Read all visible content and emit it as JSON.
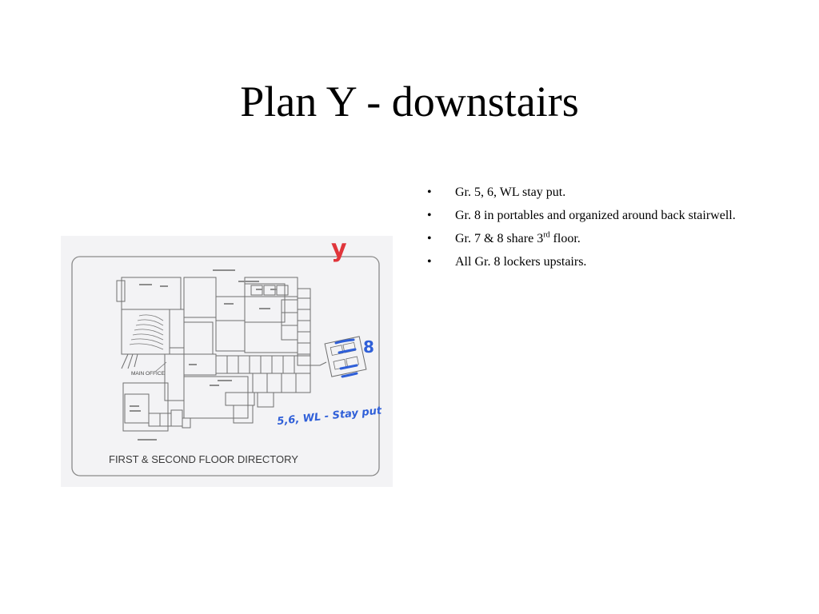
{
  "slide": {
    "title": "Plan Y - downstairs",
    "bullets": [
      {
        "text": "Gr. 5, 6, WL stay put.",
        "sup": "",
        "after": ""
      },
      {
        "text": "Gr. 8 in portables and organized around back stairwell.",
        "sup": "",
        "after": ""
      },
      {
        "text": "Gr. 7 & 8 share 3",
        "sup": "rd",
        "after": " floor."
      },
      {
        "text": "All Gr. 8 lockers upstairs.",
        "sup": "",
        "after": ""
      }
    ],
    "bullet_marker": "•"
  },
  "floorplan": {
    "directory_label": "FIRST & SECOND FLOOR DIRECTORY",
    "main_office_label": "MAIN OFFICE",
    "handwritten_y": "y",
    "handwritten_8": "8",
    "handwritten_note": "5,6, WL - Stay put",
    "ink_colors": {
      "red": "#e0353b",
      "blue": "#2f5fd8"
    }
  }
}
